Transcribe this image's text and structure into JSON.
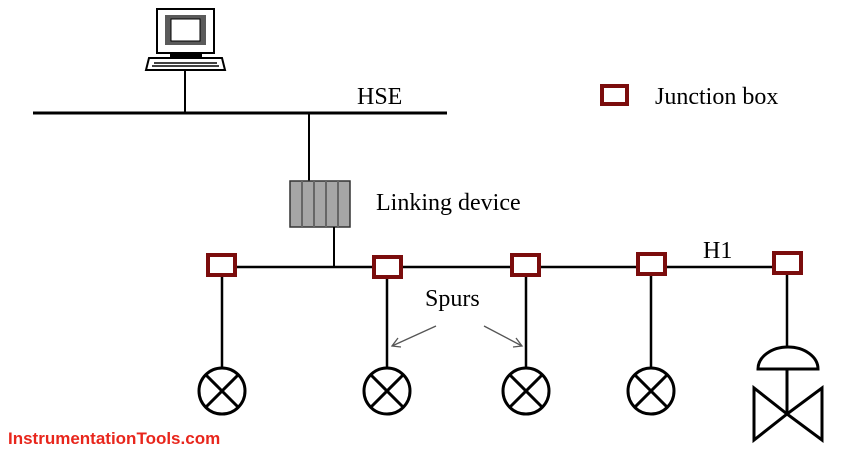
{
  "labels": {
    "hse": "HSE",
    "legend_junction_box": "Junction box",
    "linking_device": "Linking device",
    "h1": "H1",
    "spurs": "Spurs"
  },
  "watermark": "InstrumentationTools.com",
  "colors": {
    "line": "#000000",
    "junction_box": "#7b0d0d",
    "watermark": "#e8261c",
    "linking_device_fill": "#a6a6a6",
    "computer_screen": "#5a5a5a"
  },
  "icons": {
    "computer": "workstation-computer-icon",
    "linking_device": "linking-device-module-icon",
    "transmitter": "field-device-transmitter-icon",
    "valve": "control-valve-icon",
    "junction_box": "junction-box-icon"
  }
}
